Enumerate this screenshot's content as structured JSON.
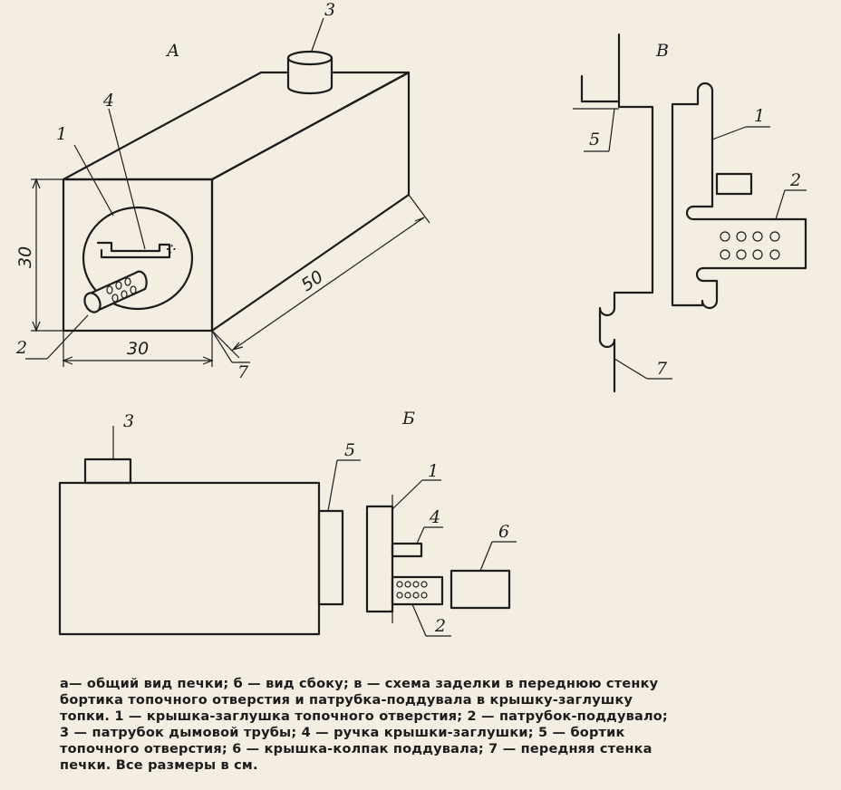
{
  "view_labels": {
    "a": "А",
    "b": "Б",
    "c": "В"
  },
  "dimensions": {
    "height": "30",
    "width": "30",
    "length": "50"
  },
  "part_labels": {
    "a_lid": "1",
    "a_pipe": "2",
    "a_flue": "3",
    "a_handle": "4",
    "a_wall": "7",
    "b_flue": "3",
    "b_rim": "5",
    "b_lid": "1",
    "b_handle": "4",
    "b_cap": "6",
    "b_pipe": "2",
    "c_rim": "5",
    "c_lid": "1",
    "c_pipe": "2",
    "c_wall": "7"
  },
  "caption": {
    "lines": [
      "а— общий вид печки; б — вид сбоку; в — схема заделки в переднюю стенку",
      "бортика топочного отверстия и патрубка-поддувала  в  крышку-заглушку",
      "топки. 1 — крышка-заглушка топочного отверстия; 2 — патрубок-поддувало;",
      "3 — патрубок дымовой трубы; 4 — ручка  крышки-заглушки;  5 — бортик",
      "топочного отверстия; 6 — крышка-колпак поддувала; 7 — передняя стенка",
      "печки. Все размеры в см."
    ]
  }
}
